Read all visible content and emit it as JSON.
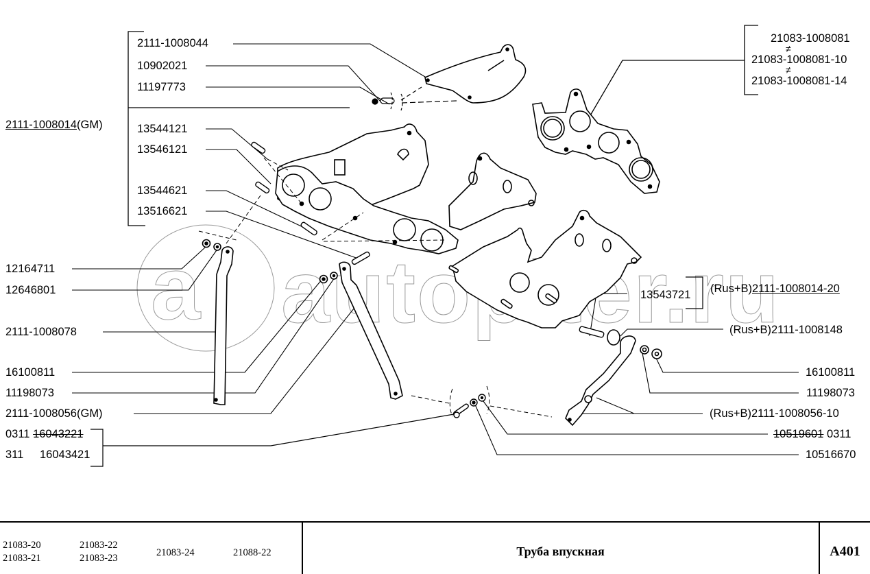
{
  "diagram": {
    "title": "Труба впускная",
    "page_code": "A401",
    "watermark": "autopiter.ru",
    "accent_colors": {
      "line": "#000000",
      "watermark": "#9a9a9a",
      "background": "#ffffff"
    }
  },
  "labels": {
    "heat_shield": "2111-1008044",
    "heat_shield_nut": "10902021",
    "heat_shield_bolt": "11197773",
    "manifold_gm_number": "2111-1008014",
    "manifold_gm_suffix": "(GM)",
    "stud_1": "13544121",
    "stud_2": "13546121",
    "stud_3": "13544621",
    "stud_4": "13516621",
    "left_nut": "12164711",
    "left_washer": "12646801",
    "left_bracket": "2111-1008078",
    "mid_nut": "16100811",
    "mid_washer": "11198073",
    "mid_bracket": "2111-1008056(GM)",
    "bolt_a_prefix": "0311",
    "bolt_a_number": "16043221",
    "bolt_b_prefix": "311",
    "bolt_b_number": "16043421",
    "gasket_1": "21083-1008081",
    "gasket_2": "21083-1008081-10",
    "gasket_3": "21083-1008081-14",
    "not_equal_symbol": "≠",
    "stud_right": "13543721",
    "manifold_rus_prefix": "(Rus+B)",
    "manifold_rus_number": "2111-1008014-20",
    "spacer_rus": "(Rus+B)2111-1008148",
    "right_nut": "16100811",
    "right_washer": "11198073",
    "right_bracket": "(Rus+B)2111-1008056-10",
    "bolt_c_number": "10519601",
    "bolt_c_suffix": " 0311",
    "bolt_d": "10516670"
  },
  "footer": {
    "models": [
      [
        "21083-20",
        "21083-21"
      ],
      [
        "21083-22",
        "21083-23"
      ],
      [
        "21083-24"
      ],
      [
        "21088-22"
      ]
    ]
  }
}
